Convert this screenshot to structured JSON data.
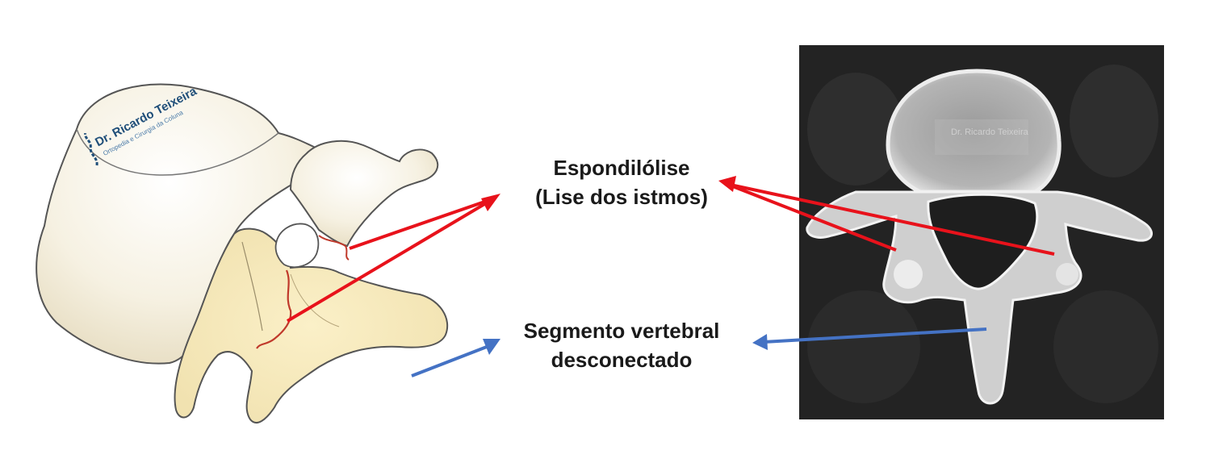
{
  "labels": {
    "spondylolysis_line1": "Espondilólise",
    "spondylolysis_line2": "(Lise dos istmos)",
    "segment_line1": "Segmento vertebral",
    "segment_line2": "desconectado"
  },
  "watermark": {
    "name": "Dr. Ricardo Teixeira",
    "tagline": "Ortopedia e Cirurgia da Coluna"
  },
  "colors": {
    "arrow_red": "#e8121b",
    "arrow_blue": "#4472c4",
    "fracture_line": "#c0392b",
    "bone_fill": "#f7f2e3",
    "ct_background": "#222222"
  }
}
